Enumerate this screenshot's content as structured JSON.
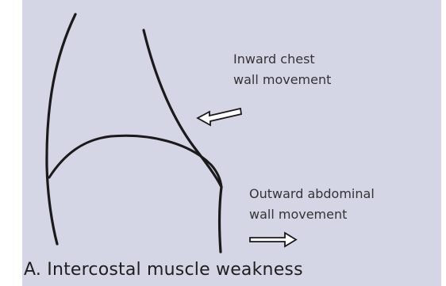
{
  "figure": {
    "caption": "A. Intercostal muscle weakness",
    "labels": {
      "chest": {
        "line1": "Inward chest",
        "line2": "wall movement"
      },
      "abdomen": {
        "line1": "Outward abdominal",
        "line2": "wall movement"
      }
    },
    "arrows": [
      {
        "name": "inward-chest-arrow",
        "direction": "left"
      },
      {
        "name": "outward-abdominal-arrow",
        "direction": "right"
      }
    ],
    "colors": {
      "background": "#d5d6e5",
      "outline": "#1a1a1a",
      "text": "#333333"
    }
  }
}
